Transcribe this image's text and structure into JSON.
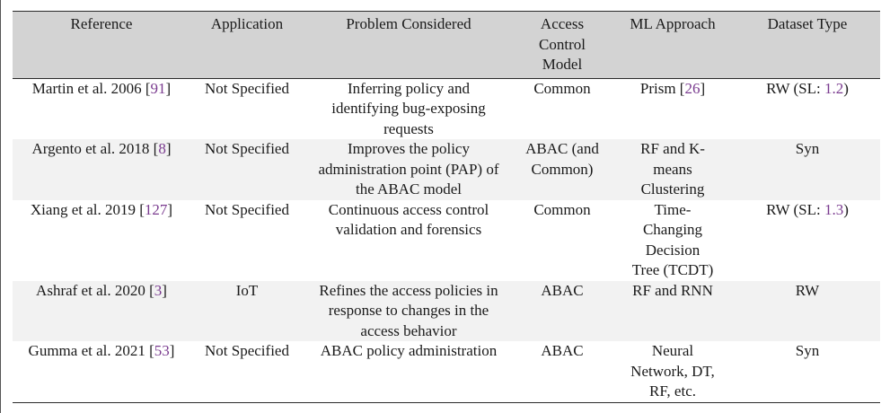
{
  "table": {
    "headers": [
      "Reference",
      "Application",
      "Problem Considered",
      "Access Control Model",
      "ML Approach",
      "Dataset Type"
    ],
    "rows": [
      {
        "reference_text": "Martin et al. 2006",
        "reference_cite": "91",
        "application": "Not Specified",
        "problem": "Inferring policy and identifying bug-exposing requests",
        "access_control_model": "Common",
        "ml_approach_text": "Prism",
        "ml_approach_cite": "26",
        "dataset_text": "RW (SL:",
        "dataset_cite": "1.2",
        "dataset_suffix": ")"
      },
      {
        "reference_text": "Argento et al. 2018",
        "reference_cite": "8",
        "application": "Not Specified",
        "problem": "Improves the policy administration point (PAP) of the ABAC model",
        "access_control_model": "ABAC (and Common)",
        "ml_approach_text": "RF and K-means Clustering",
        "ml_approach_cite": "",
        "dataset_text": "Syn",
        "dataset_cite": "",
        "dataset_suffix": ""
      },
      {
        "reference_text": "Xiang et al. 2019",
        "reference_cite": "127",
        "application": "Not Specified",
        "problem": "Continuous access control validation and forensics",
        "access_control_model": "Common",
        "ml_approach_text": "Time-Changing Decision Tree (TCDT)",
        "ml_approach_cite": "",
        "dataset_text": "RW (SL:",
        "dataset_cite": "1.3",
        "dataset_suffix": ")"
      },
      {
        "reference_text": "Ashraf et al. 2020",
        "reference_cite": "3",
        "application": "IoT",
        "problem": "Refines the access policies in response to changes in the access behavior",
        "access_control_model": "ABAC",
        "ml_approach_text": "RF and RNN",
        "ml_approach_cite": "",
        "dataset_text": "RW",
        "dataset_cite": "",
        "dataset_suffix": ""
      },
      {
        "reference_text": "Gumma et al. 2021",
        "reference_cite": "53",
        "application": "Not Specified",
        "problem": "ABAC policy administration",
        "access_control_model": "ABAC",
        "ml_approach_text": "Neural Network, DT, RF, etc.",
        "ml_approach_cite": "",
        "dataset_text": "Syn",
        "dataset_cite": "",
        "dataset_suffix": ""
      }
    ]
  }
}
